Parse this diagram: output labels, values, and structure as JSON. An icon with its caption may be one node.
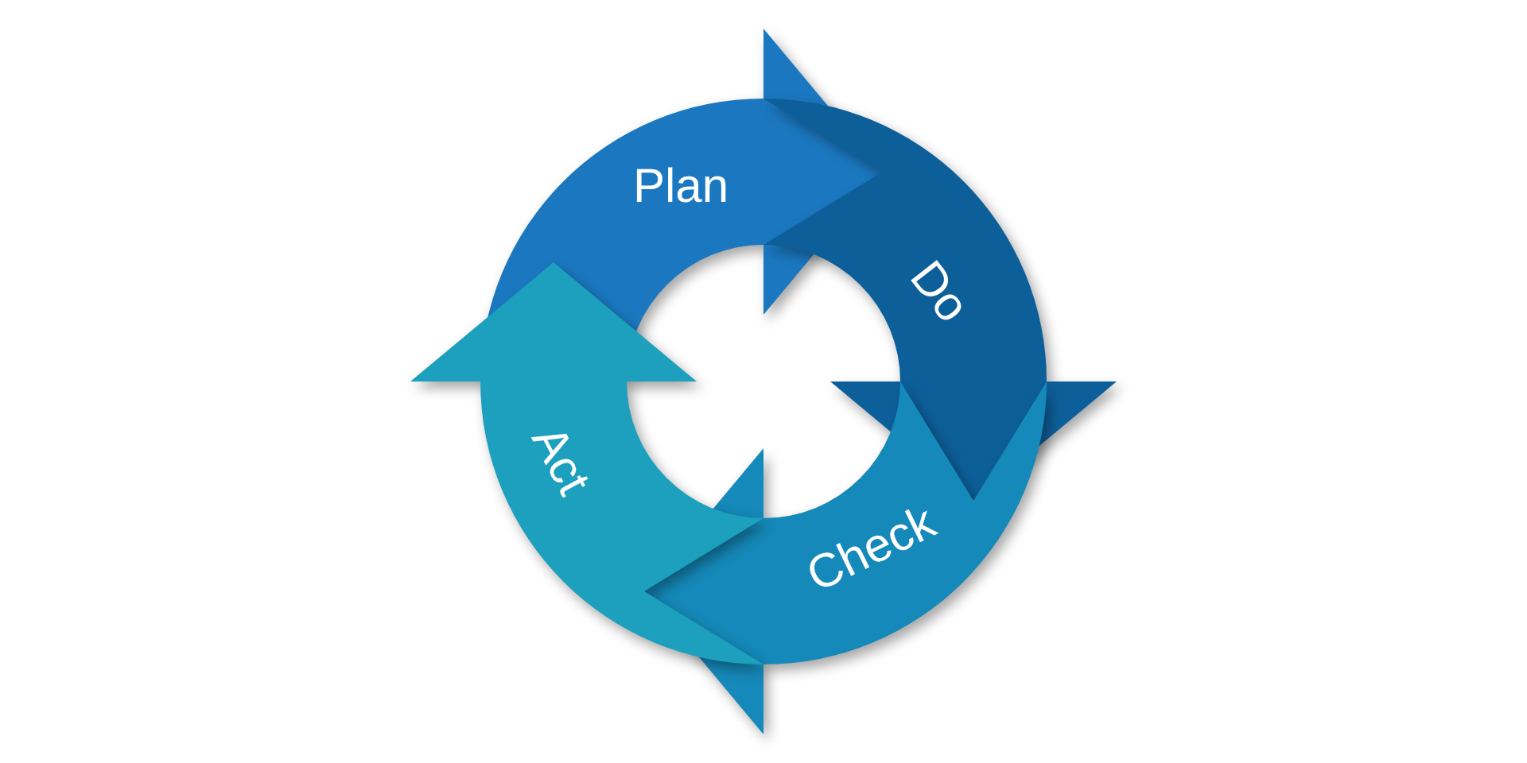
{
  "diagram": {
    "nodes": [
      {
        "text": [
          "Plan"
        ]
      },
      {
        "text": [
          "Do"
        ]
      },
      {
        "text": [
          "Check"
        ]
      },
      {
        "text": [
          "Act"
        ]
      }
    ]
  }
}
